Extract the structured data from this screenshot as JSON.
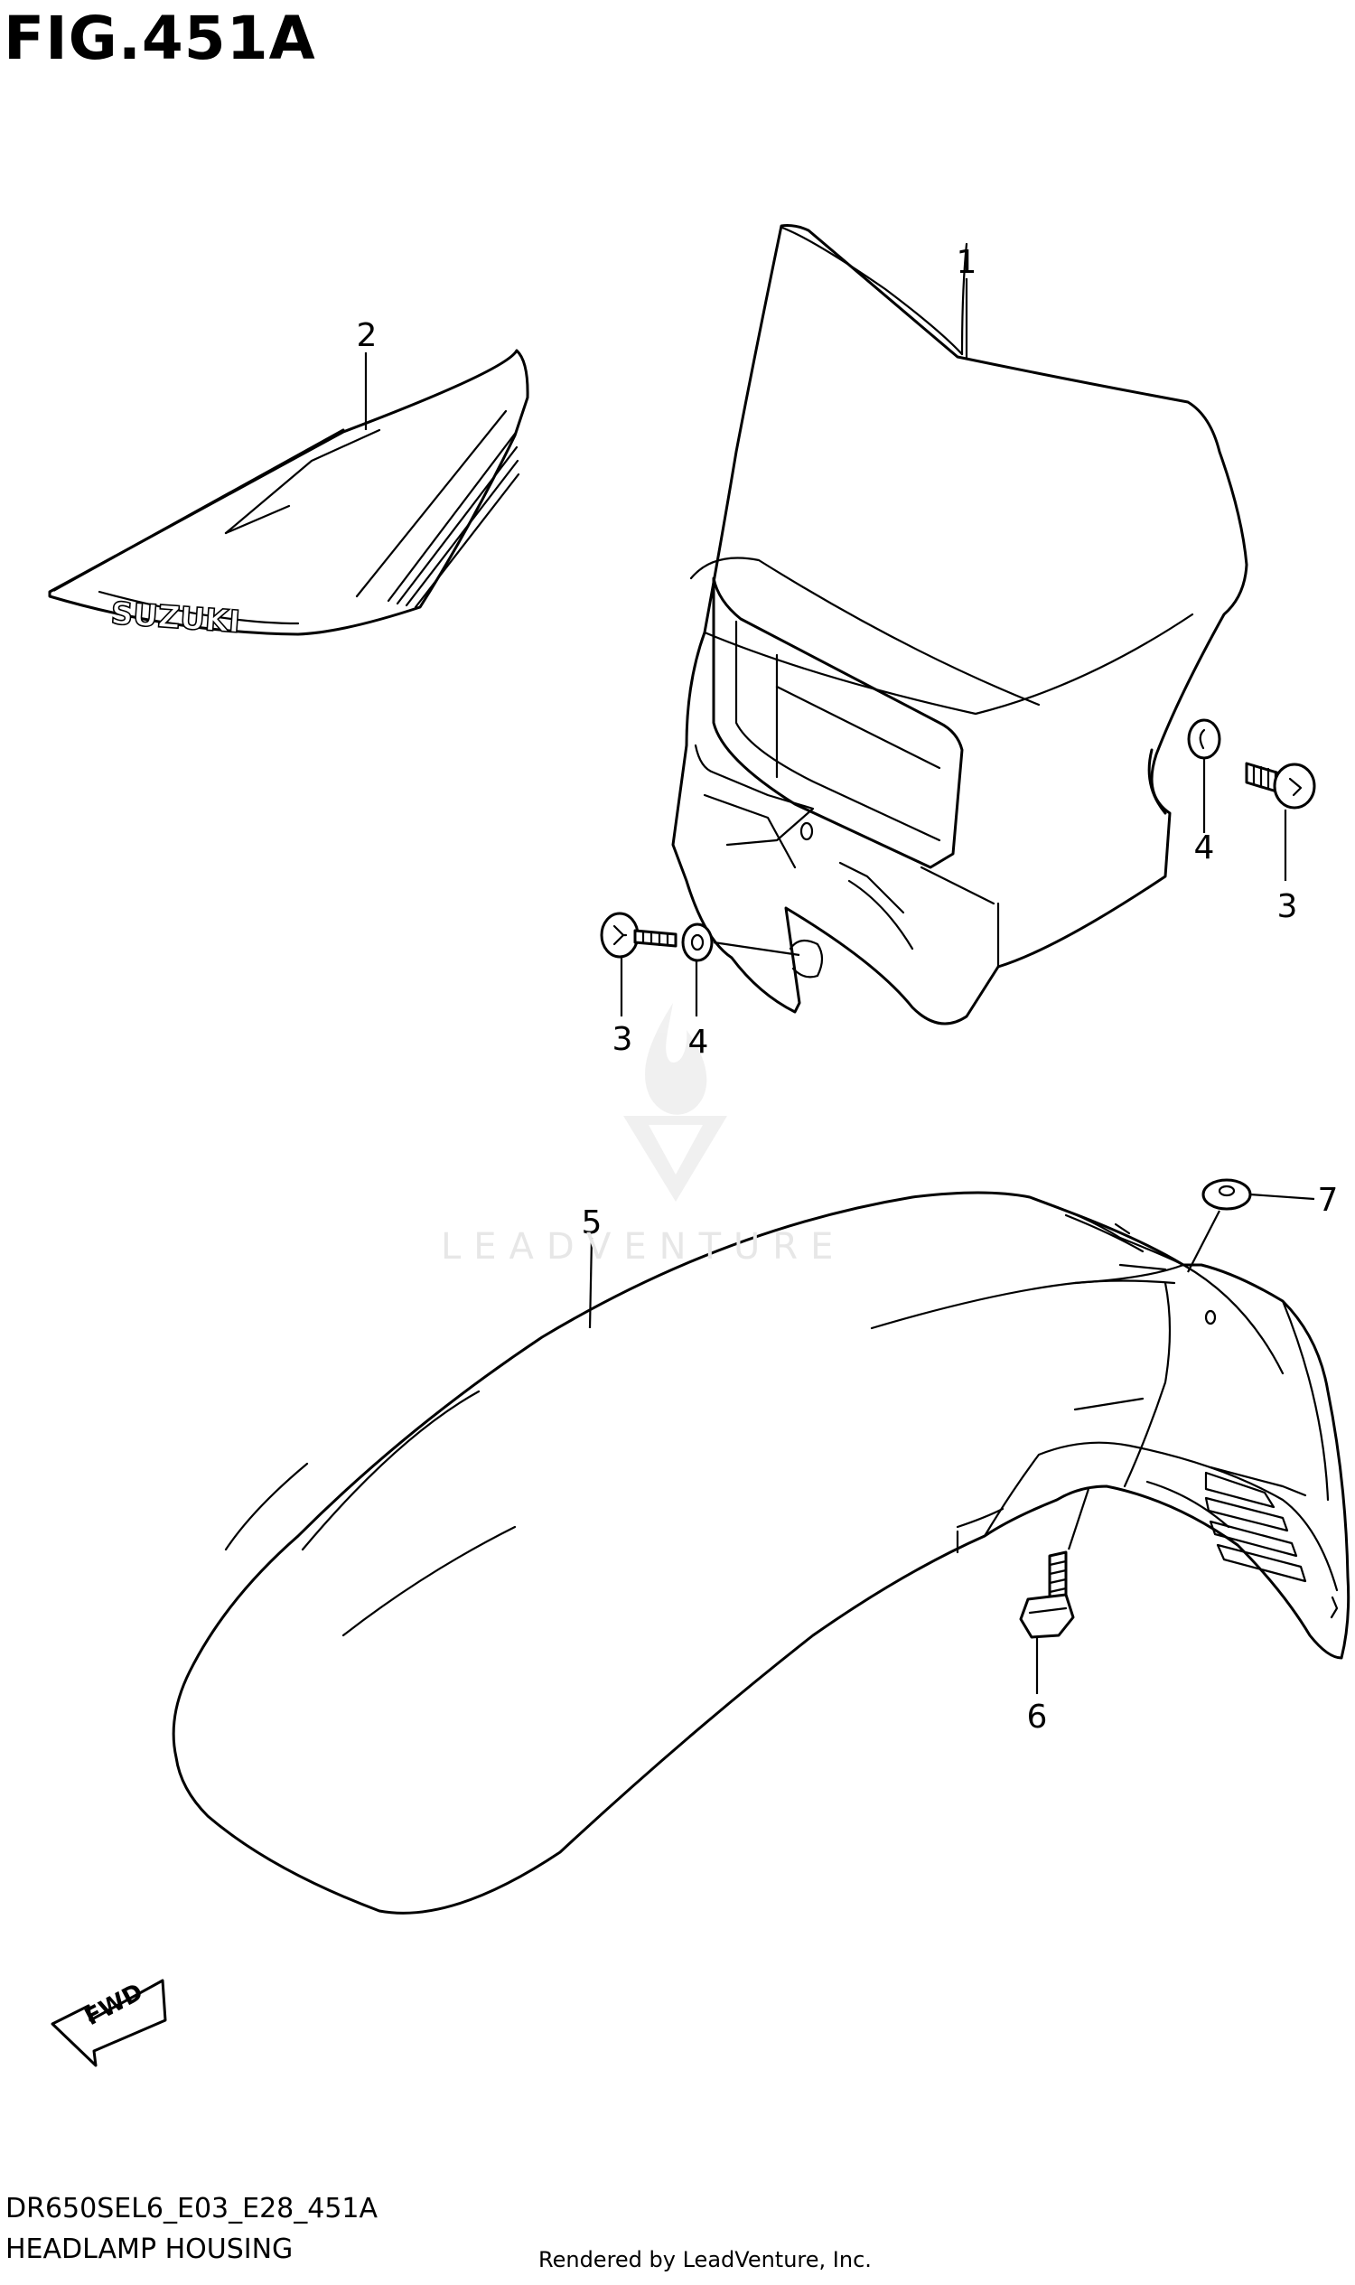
{
  "figure": {
    "title": "FIG.451A",
    "model_code": "DR650SEL6_E03_E28_451A",
    "section_name": "HEADLAMP HOUSING",
    "rendered_by": "Rendered by LeadVenture, Inc."
  },
  "watermark": {
    "text": "LEADVENTURE"
  },
  "decal_text": "SUZUKI",
  "fwd_label": "FWD",
  "callouts": [
    {
      "id": "callout-1",
      "label": "1"
    },
    {
      "id": "callout-2",
      "label": "2"
    },
    {
      "id": "callout-3a",
      "label": "3"
    },
    {
      "id": "callout-3b",
      "label": "3"
    },
    {
      "id": "callout-4a",
      "label": "4"
    },
    {
      "id": "callout-4b",
      "label": "4"
    },
    {
      "id": "callout-5",
      "label": "5"
    },
    {
      "id": "callout-6",
      "label": "6"
    },
    {
      "id": "callout-7",
      "label": "7"
    }
  ]
}
